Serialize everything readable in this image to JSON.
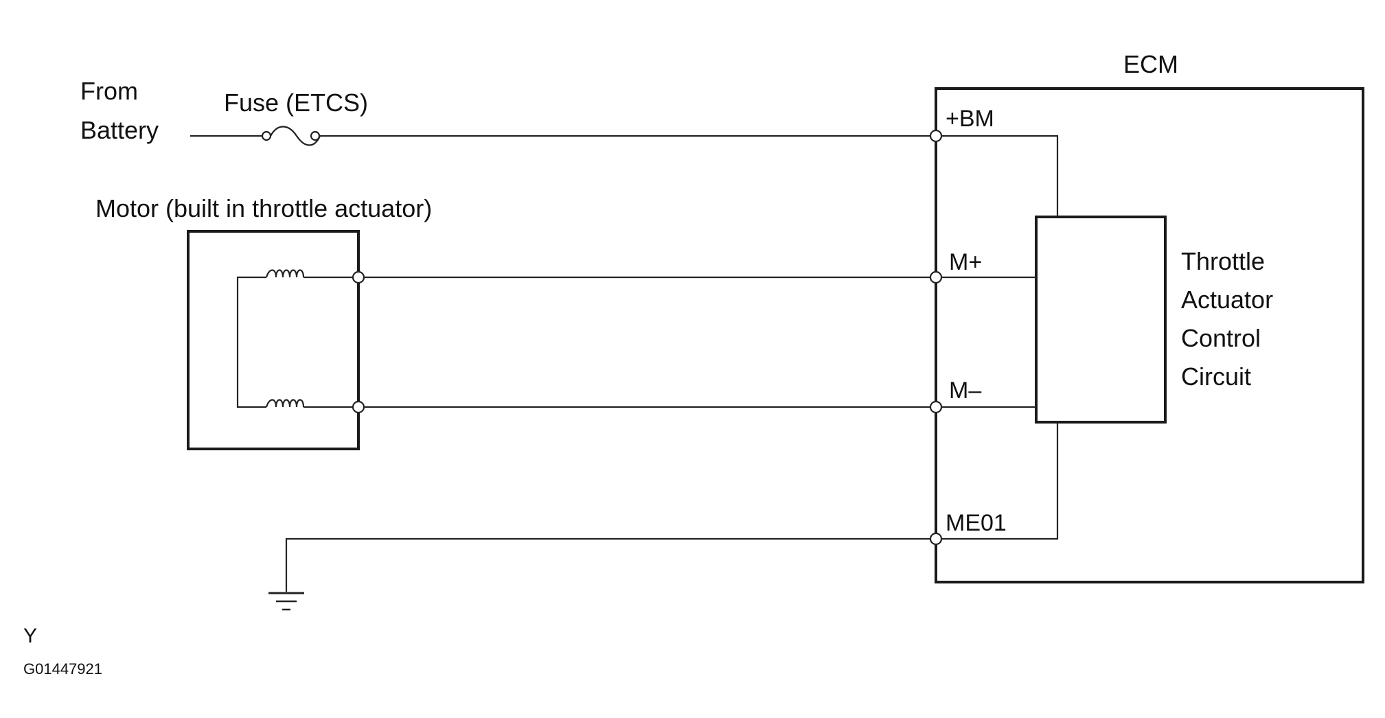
{
  "labels": {
    "from_line1": "From",
    "from_line2": "Battery",
    "fuse": "Fuse (ETCS)",
    "motor": "Motor (built in throttle actuator)",
    "ecm": "ECM",
    "pin_bm": "+BM",
    "pin_mplus": "M+",
    "pin_mminus": "M–",
    "pin_me01": "ME01",
    "ctrl_line1": "Throttle",
    "ctrl_line2": "Actuator",
    "ctrl_line3": "Control",
    "ctrl_line4": "Circuit",
    "footer_letter": "Y",
    "footer_code": "G01447921"
  }
}
